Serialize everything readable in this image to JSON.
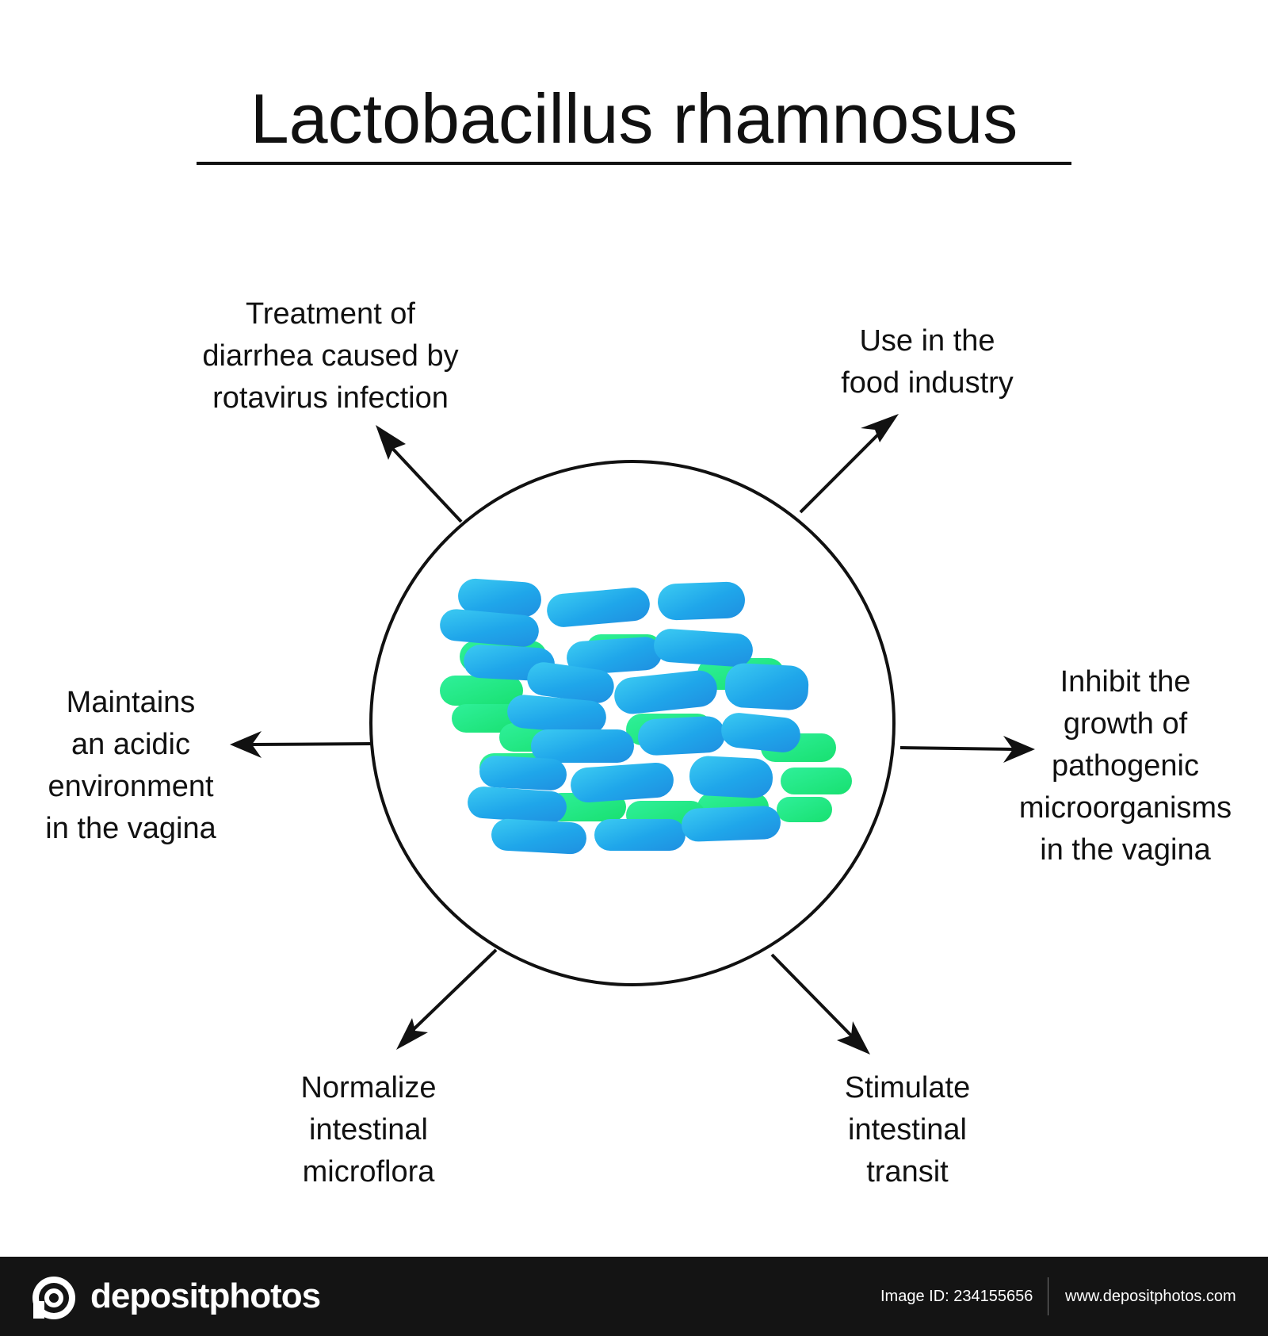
{
  "title": "Lactobacillus rhamnosus",
  "colors": {
    "cell_blue": "#1aa3e8",
    "cell_blue_light": "#3cc8f0",
    "cell_green": "#22e884",
    "line": "#111111",
    "footer_bg": "#141414"
  },
  "labels": {
    "top_left": [
      "Treatment of",
      "diarrhea caused by",
      "rotavirus infection"
    ],
    "top_right": [
      "Use in the",
      "food industry"
    ],
    "left": [
      "Maintains",
      "an acidic",
      "environment",
      "in the vagina"
    ],
    "right": [
      "Inhibit the",
      "growth of",
      "pathogenic",
      "microorganisms",
      "in the vagina"
    ],
    "bottom_left": [
      "Normalize",
      "intestinal",
      "microflora"
    ],
    "bottom_right": [
      "Stimulate",
      "intestinal",
      "transit"
    ]
  },
  "footer": {
    "logo_text": "depositphotos",
    "image_id": "Image ID: 234155656",
    "site_url": "www.depositphotos.com"
  }
}
